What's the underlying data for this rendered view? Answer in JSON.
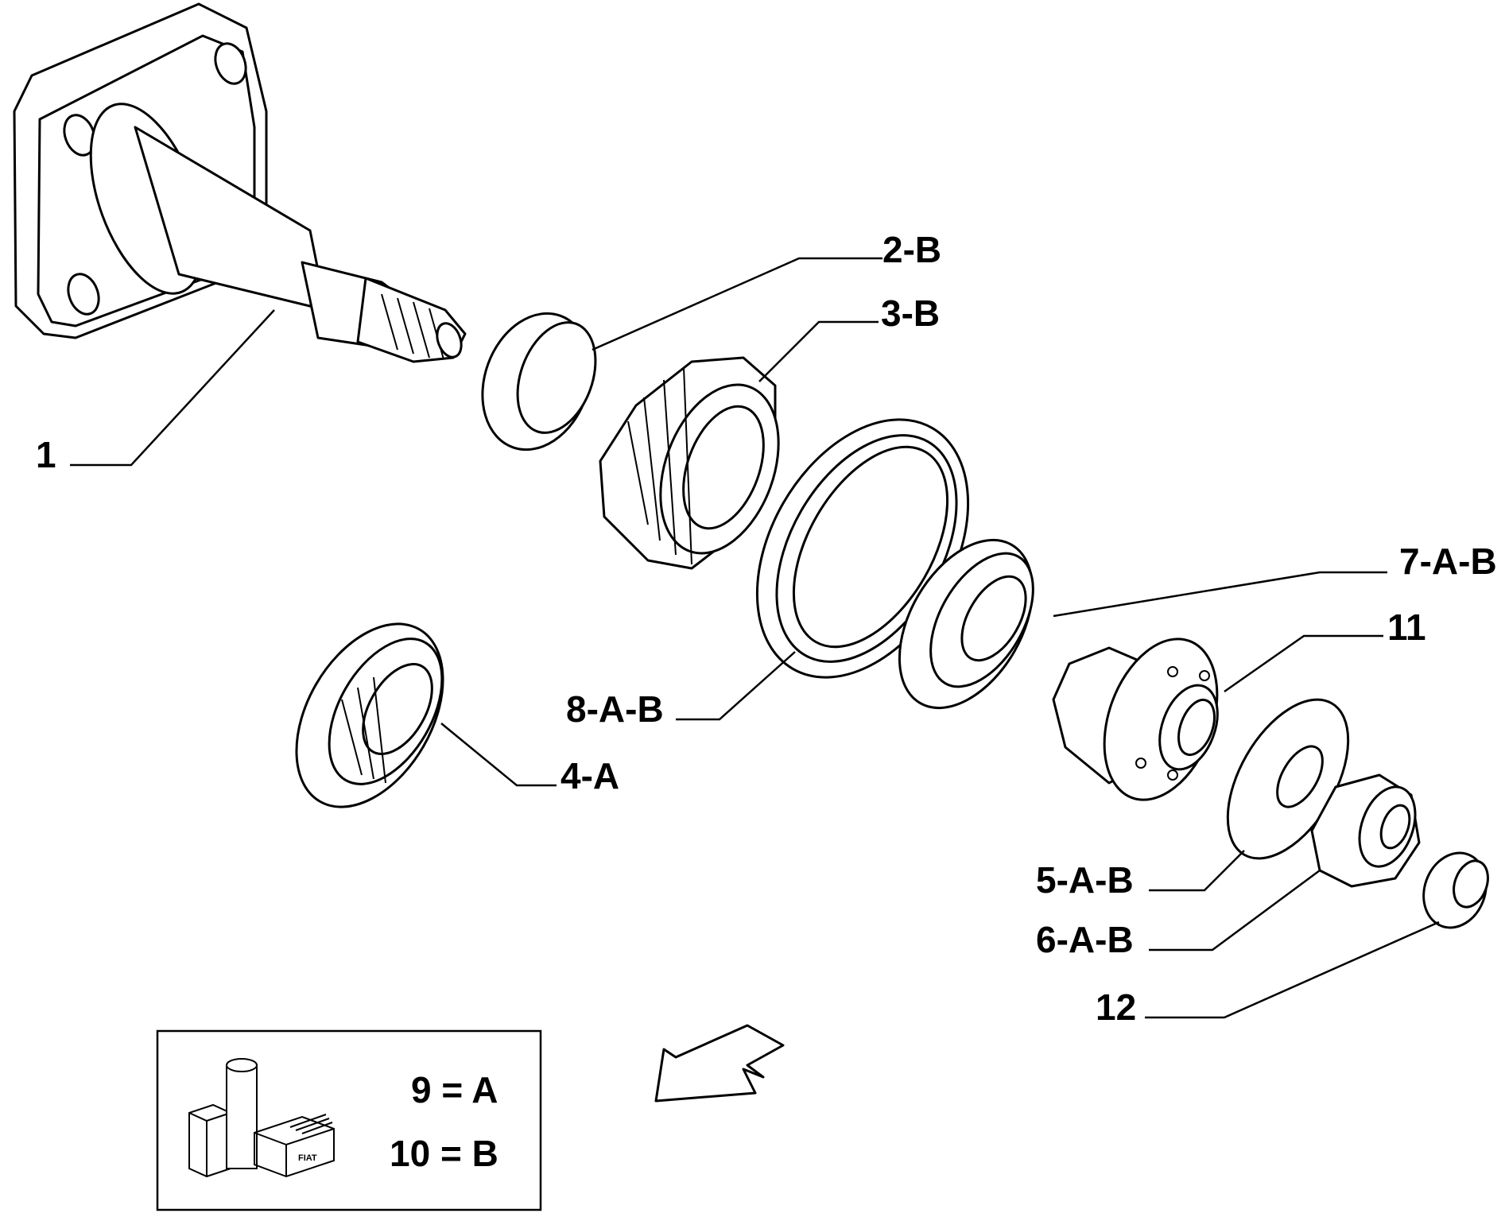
{
  "callouts": {
    "c1": "1",
    "c2": "2-B",
    "c3": "3-B",
    "c4": "4-A",
    "c5": "5-A-B",
    "c6": "6-A-B",
    "c7": "7-A-B",
    "c8": "8-A-B",
    "c11": "11",
    "c12": "12"
  },
  "legend": {
    "line1": "9 = A",
    "line2": "10 = B",
    "logo_text": "FIAT"
  },
  "colors": {
    "ink": "#000000",
    "paper": "#ffffff"
  }
}
